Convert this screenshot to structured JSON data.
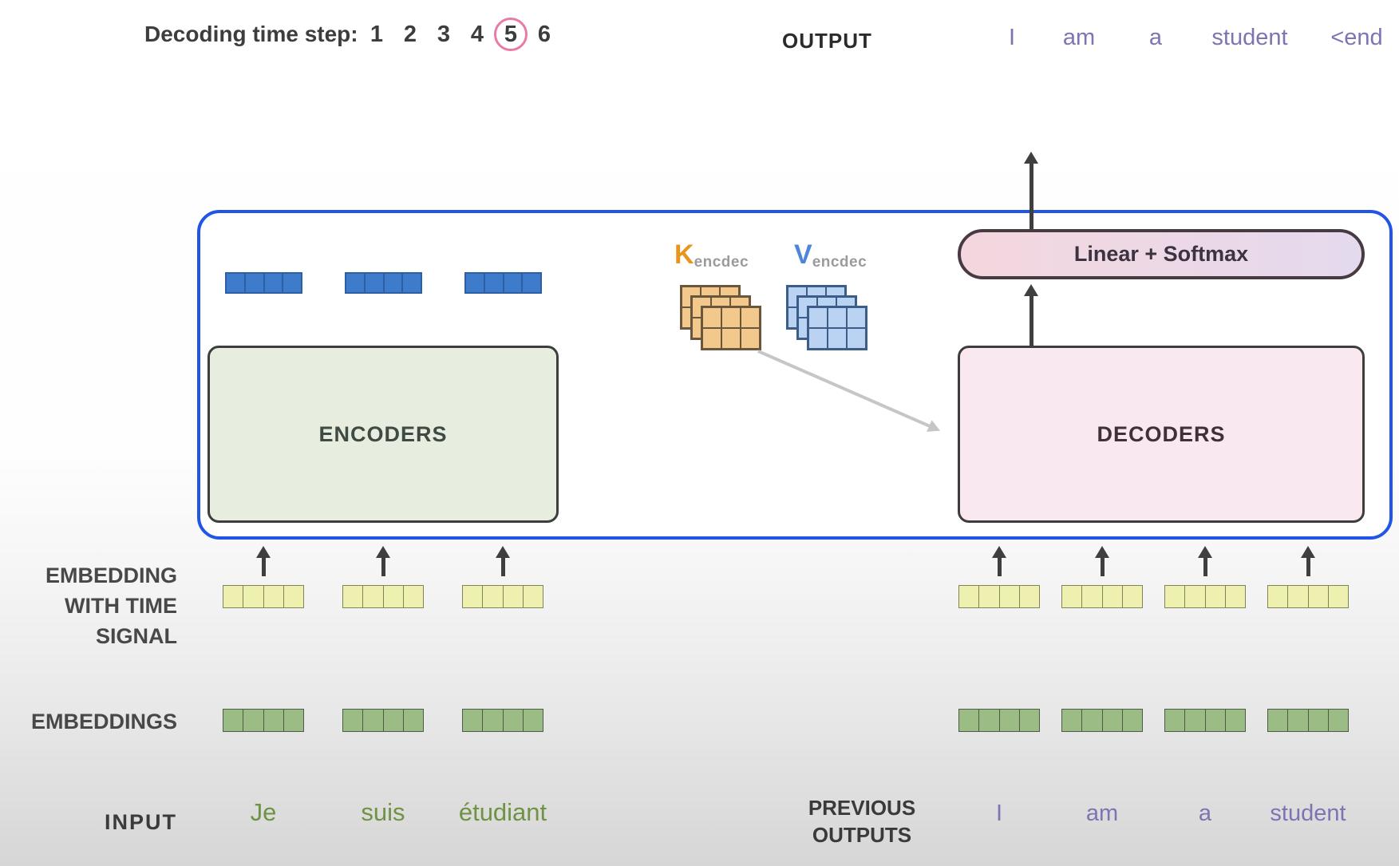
{
  "header": {
    "decoding_label": "Decoding time step:",
    "steps": [
      "1",
      "2",
      "3",
      "4",
      "5",
      "6"
    ],
    "active_step": "5",
    "output_label": "OUTPUT",
    "output_tokens": [
      "I",
      "am",
      "a",
      "student",
      "<end"
    ]
  },
  "boxes": {
    "encoders": "ENCODERS",
    "decoders": "DECODERS",
    "linear_softmax": "Linear + Softmax"
  },
  "attention": {
    "k_main": "K",
    "k_sub": "encdec",
    "v_main": "V",
    "v_sub": "encdec"
  },
  "left_labels": {
    "embedding_time_line1": "EMBEDDING",
    "embedding_time_line2": "WITH TIME",
    "embedding_time_line3": "SIGNAL",
    "embeddings": "EMBEDDINGS",
    "input": "INPUT"
  },
  "right_labels": {
    "previous_line1": "PREVIOUS",
    "previous_line2": "OUTPUTS"
  },
  "tokens": {
    "input": [
      "Je",
      "suis",
      "étudiant"
    ],
    "previous": [
      "I",
      "am",
      "a",
      "student"
    ]
  },
  "colors": {
    "frame_blue": "#2155e8",
    "encoder_green": "#e8eedf",
    "decoder_pink": "#f9e8ef",
    "softmax_gradient_left": "#f4d7de",
    "softmax_gradient_right": "#e4daee",
    "step_ring_pink": "#e87ca6",
    "k_orange": "#e8941f",
    "v_blue": "#4b86d8",
    "vector_blue": "#3e7ccb",
    "vector_yellow": "#eef0b0",
    "vector_green": "#9cbc86",
    "matrix_orange": "#f2c88d",
    "matrix_blue": "#bbd3f2",
    "input_token_green": "#6f9245",
    "output_token_purple": "#7d74b4",
    "arrow_dark": "#3f3f3f",
    "cross_attention_arrow_gray": "#c6c6c6"
  }
}
